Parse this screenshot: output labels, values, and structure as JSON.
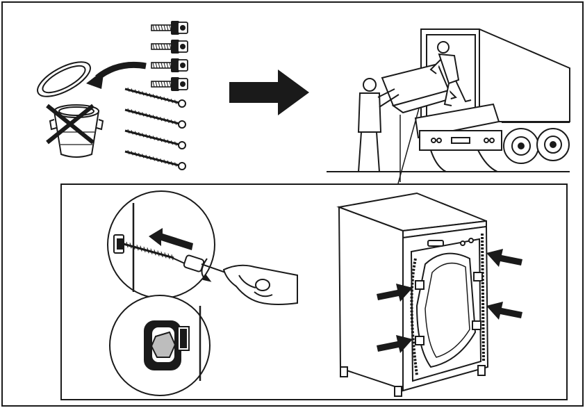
{
  "figure": {
    "colors": {
      "ink": "#1a1a1a",
      "paper": "#ffffff",
      "shade": "#e6e6e6"
    },
    "panels": [
      {
        "name": "discard-transit-bolts",
        "icons": [
          "transit-bolt-icon",
          "wood-screw-icon",
          "trash-bin-crossed-icon",
          "curved-arrow-icon"
        ]
      },
      {
        "name": "transport-by-truck",
        "icons": [
          "delivery-truck-icon",
          "person-carrying-icon"
        ]
      },
      {
        "name": "refit-bolts-detail",
        "icons": [
          "screwdriver-icon",
          "hand-icon",
          "bolt-spacer-icon"
        ]
      },
      {
        "name": "washing-machine-rear",
        "icons": [
          "washing-machine-rear-icon",
          "arrow-pointer-icon"
        ]
      }
    ],
    "bolt_count": 4,
    "screw_count": 4,
    "pointer_arrow_count": 4
  }
}
